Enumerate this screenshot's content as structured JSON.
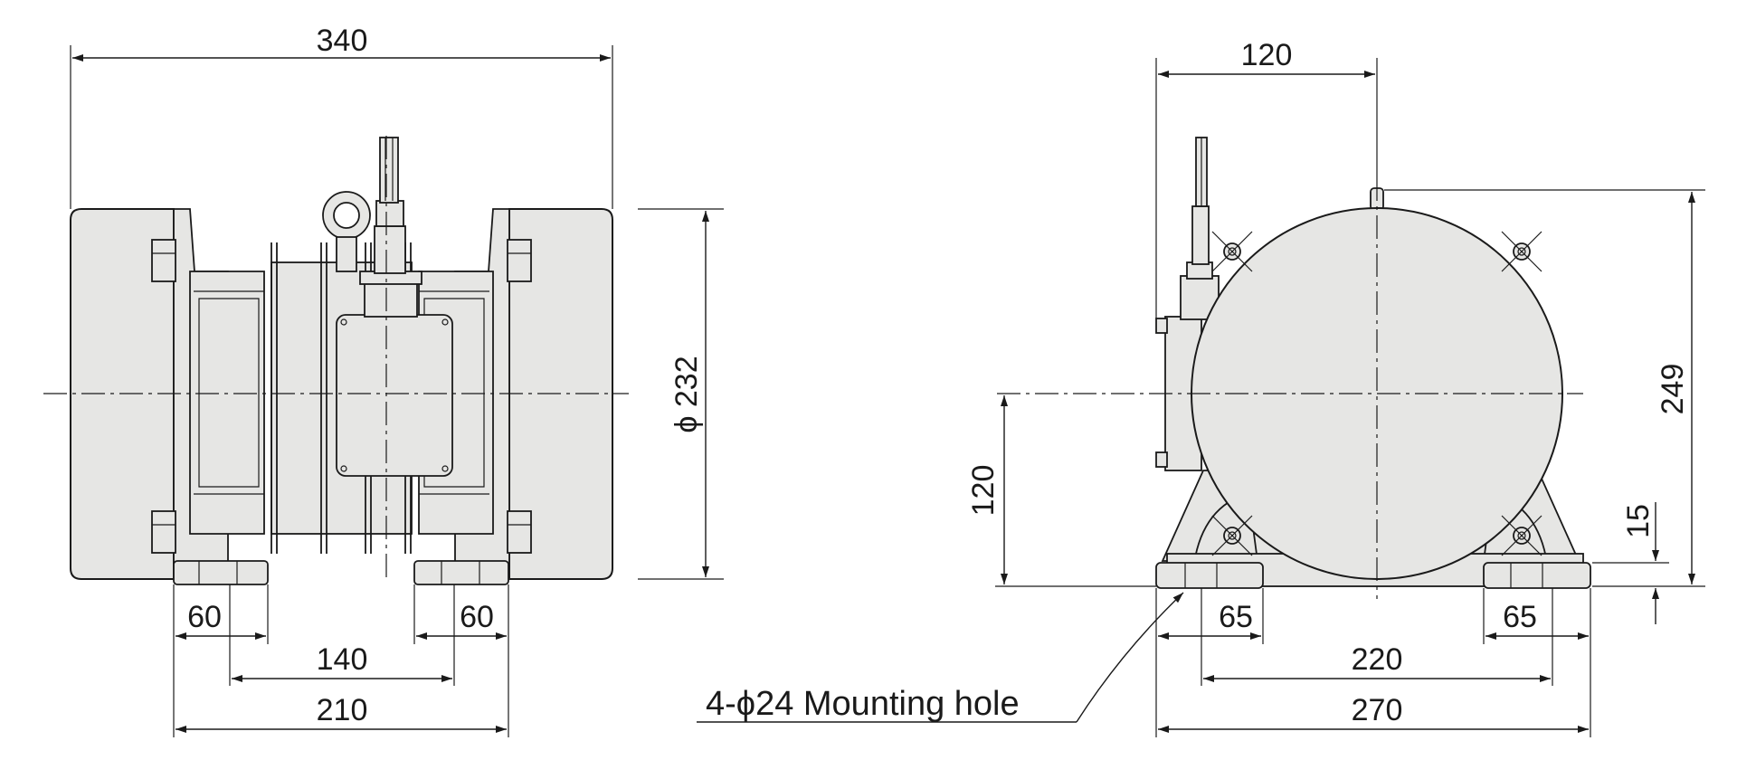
{
  "front_view": {
    "dim_overall_width": "340",
    "dim_diameter": "232",
    "diameter_symbol": "ϕ",
    "dim_foot_left": "60",
    "dim_foot_right": "60",
    "dim_mount_spacing": "140",
    "dim_base_width": "210"
  },
  "side_view": {
    "dim_offset_top": "120",
    "dim_center_height": "120",
    "dim_total_height": "249",
    "dim_foot_height": "15",
    "dim_foot_left": "65",
    "dim_foot_right": "65",
    "dim_hole_spacing": "220",
    "dim_base_length": "270"
  },
  "note": {
    "mounting_hole": "4-ϕ24 Mounting hole"
  }
}
